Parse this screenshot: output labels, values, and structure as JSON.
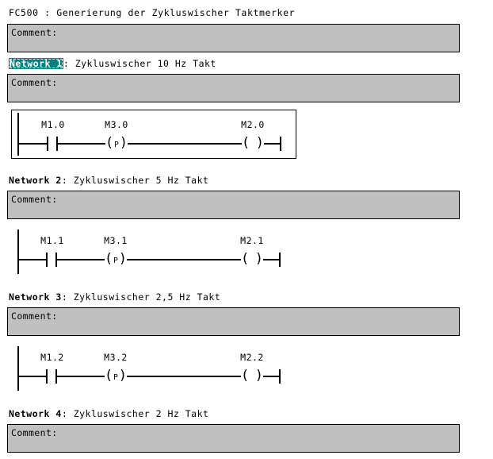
{
  "block": {
    "title": "FC500 : Generierung der Zykluswischer Taktmerker",
    "comment": "Comment:"
  },
  "colors": {
    "comment_background": "#C0C0C0",
    "comment_border": "#000000",
    "selection_background": "#008080",
    "selection_text": "#FFFFFF",
    "wire": "#000000",
    "page_background": "#FFFFFF"
  },
  "networks": [
    {
      "label": "Network 1",
      "separator": ":",
      "title": "Zykluswischer 10 Hz Takt",
      "selected": true,
      "comment": "Comment:",
      "rung_focused": true,
      "rung": {
        "contact": {
          "operand": "M1.0",
          "type": "no-contact"
        },
        "coil_edge": {
          "operand": "M3.0",
          "type": "positive-edge-coil",
          "op": "P"
        },
        "coil_out": {
          "operand": "M2.0",
          "type": "output-coil",
          "op": ""
        }
      }
    },
    {
      "label": "Network 2",
      "separator": ":",
      "title": "Zykluswischer 5 Hz Takt",
      "selected": false,
      "comment": "Comment:",
      "rung_focused": false,
      "rung": {
        "contact": {
          "operand": "M1.1",
          "type": "no-contact"
        },
        "coil_edge": {
          "operand": "M3.1",
          "type": "positive-edge-coil",
          "op": "P"
        },
        "coil_out": {
          "operand": "M2.1",
          "type": "output-coil",
          "op": ""
        }
      }
    },
    {
      "label": "Network 3",
      "separator": ":",
      "title": "Zykluswischer 2,5 Hz Takt",
      "selected": false,
      "comment": "Comment:",
      "rung_focused": false,
      "rung": {
        "contact": {
          "operand": "M1.2",
          "type": "no-contact"
        },
        "coil_edge": {
          "operand": "M3.2",
          "type": "positive-edge-coil",
          "op": "P"
        },
        "coil_out": {
          "operand": "M2.2",
          "type": "output-coil",
          "op": ""
        }
      }
    },
    {
      "label": "Network 4",
      "separator": ":",
      "title": "Zykluswischer 2 Hz Takt",
      "selected": false,
      "comment": "Comment:",
      "rung_focused": false,
      "rung": null
    }
  ]
}
